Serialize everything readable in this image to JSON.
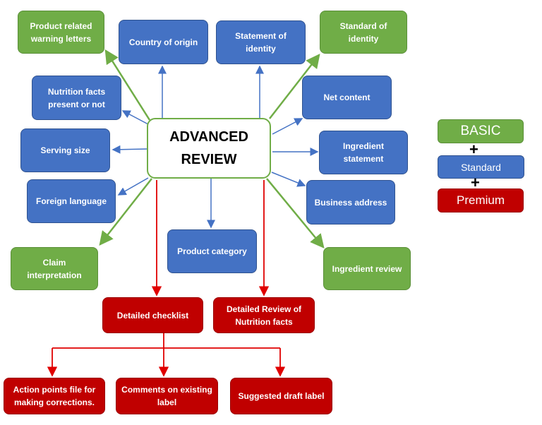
{
  "center": {
    "line1": "ADVANCED",
    "line2": "REVIEW"
  },
  "green_boxes": {
    "warning_letters": "Product related warning letters",
    "standard_of_identity": "Standard of identity",
    "claim_interpretation": "Claim interpretation",
    "ingredient_review": "Ingredient review"
  },
  "blue_boxes": {
    "country_of_origin": "Country of origin",
    "statement_of_identity": "Statement of identity",
    "nutrition_facts_present": "Nutrition facts present or not",
    "net_content": "Net content",
    "serving_size": "Serving size",
    "ingredient_statement": "Ingredient statement",
    "foreign_language": "Foreign language",
    "business_address": "Business address",
    "product_category": "Product category"
  },
  "red_boxes": {
    "detailed_checklist": "Detailed checklist",
    "detailed_review_nutrition": "Detailed Review of Nutrition facts",
    "action_points": "Action points file for making corrections.",
    "comments_existing_label": "Comments on existing label",
    "suggested_draft_label": "Suggested draft label"
  },
  "legend": {
    "basic": "BASIC",
    "plus1": "+",
    "standard": "Standard",
    "plus2": "+",
    "premium": "Premium"
  },
  "colors": {
    "basic_green": "#70ad47",
    "standard_blue": "#4472c4",
    "premium_red": "#c00000"
  }
}
